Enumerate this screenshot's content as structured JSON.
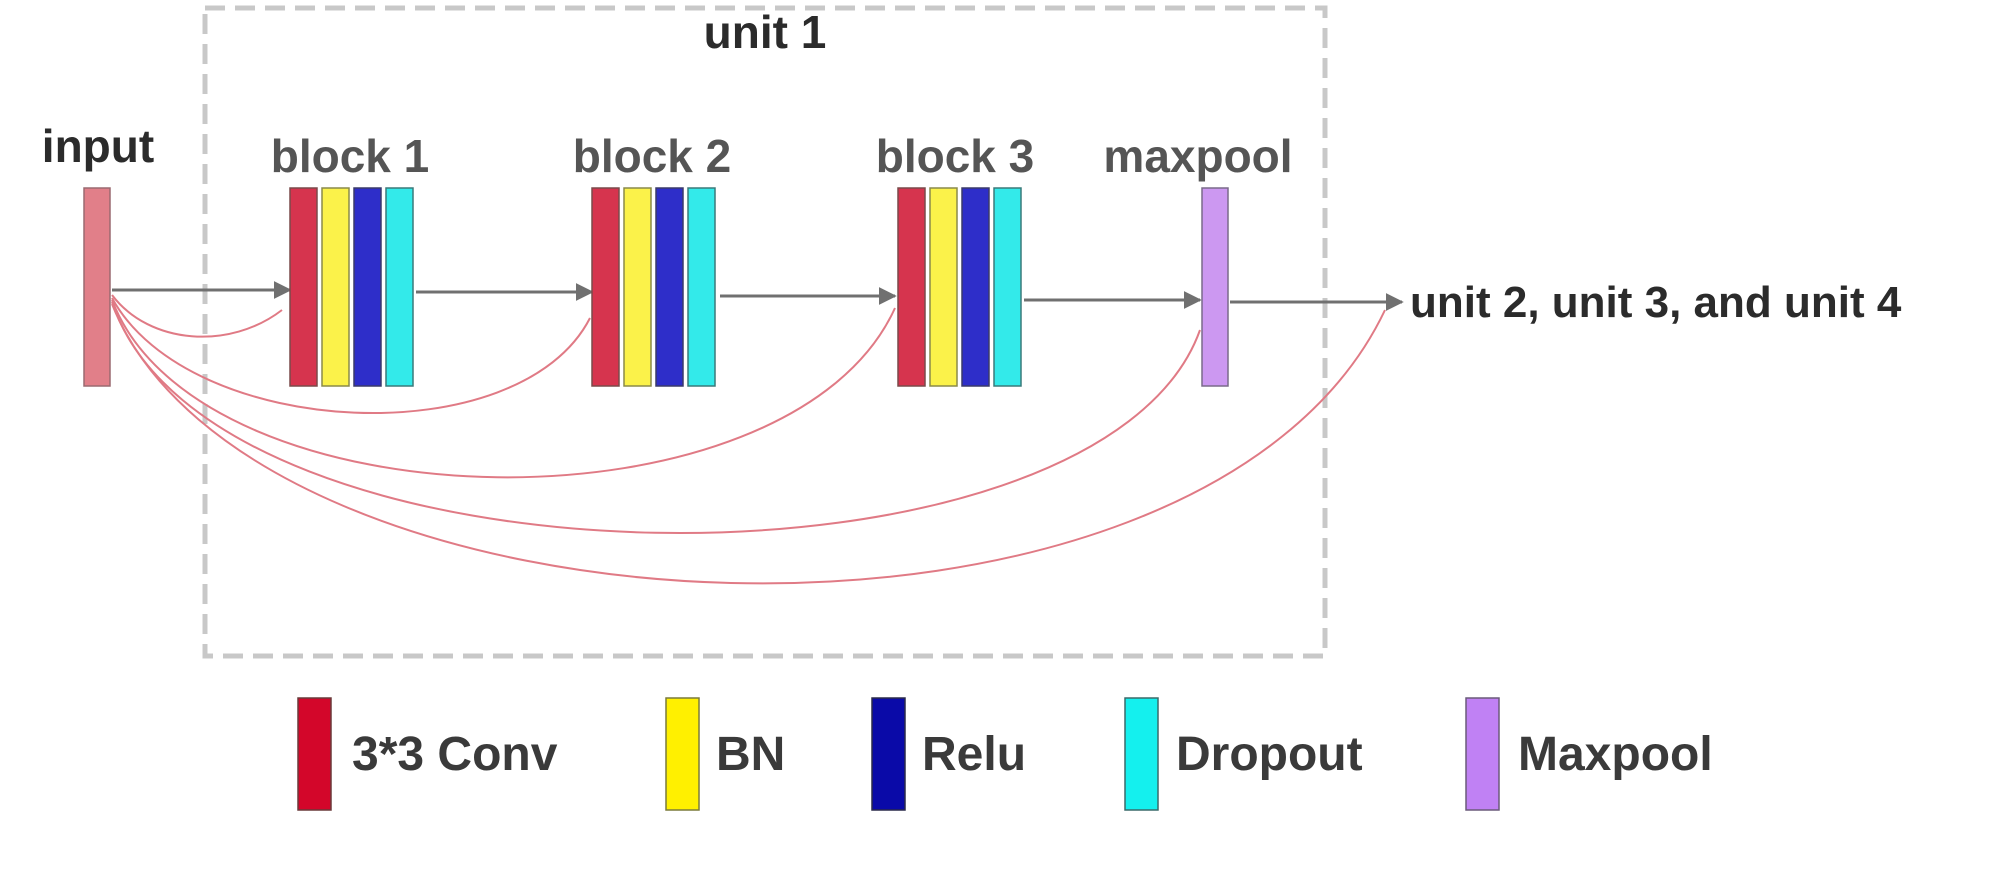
{
  "unit": {
    "title": "unit 1"
  },
  "nodes": {
    "input": "input",
    "block1": "block 1",
    "block2": "block 2",
    "block3": "block 3",
    "maxpool": "maxpool",
    "output": "unit 2, unit 3, and unit 4"
  },
  "legend": [
    {
      "label": "3*3 Conv",
      "color": "#d3062a"
    },
    {
      "label": "BN",
      "color": "#fff000"
    },
    {
      "label": "Relu",
      "color": "#0a0aa8"
    },
    {
      "label": "Dropout",
      "color": "#14f0ee"
    },
    {
      "label": "Maxpool",
      "color": "#c081f4"
    }
  ],
  "colors": {
    "input": "#e17f89",
    "conv": "#d6344e",
    "bn": "#fbf24a",
    "relu": "#2e2ec9",
    "dropout": "#33eaea",
    "maxpool": "#cc98f1",
    "skip_line": "#e07a85",
    "arrow": "#707070",
    "dashed_box": "#c8c8c8",
    "label_gray": "#555555",
    "label_dark": "#2b2b2b"
  }
}
